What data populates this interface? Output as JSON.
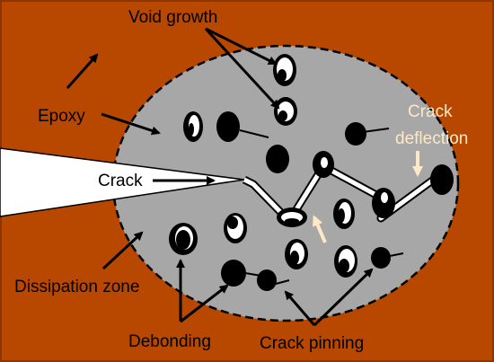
{
  "colors": {
    "epoxy": "#b84800",
    "zone": "#a7a7a7",
    "crack_path": "#ffffff",
    "particle": "#000000",
    "void": "#ffffff",
    "deflection_arrow": "#fde9c6"
  },
  "labels": {
    "void_growth": "Void growth",
    "epoxy": "Epoxy",
    "crack": "Crack",
    "crack_deflection_line1": "Crack",
    "crack_deflection_line2": "deflection",
    "dissipation_zone": "Dissipation zone",
    "debonding": "Debonding",
    "crack_pinning": "Crack pinning"
  }
}
